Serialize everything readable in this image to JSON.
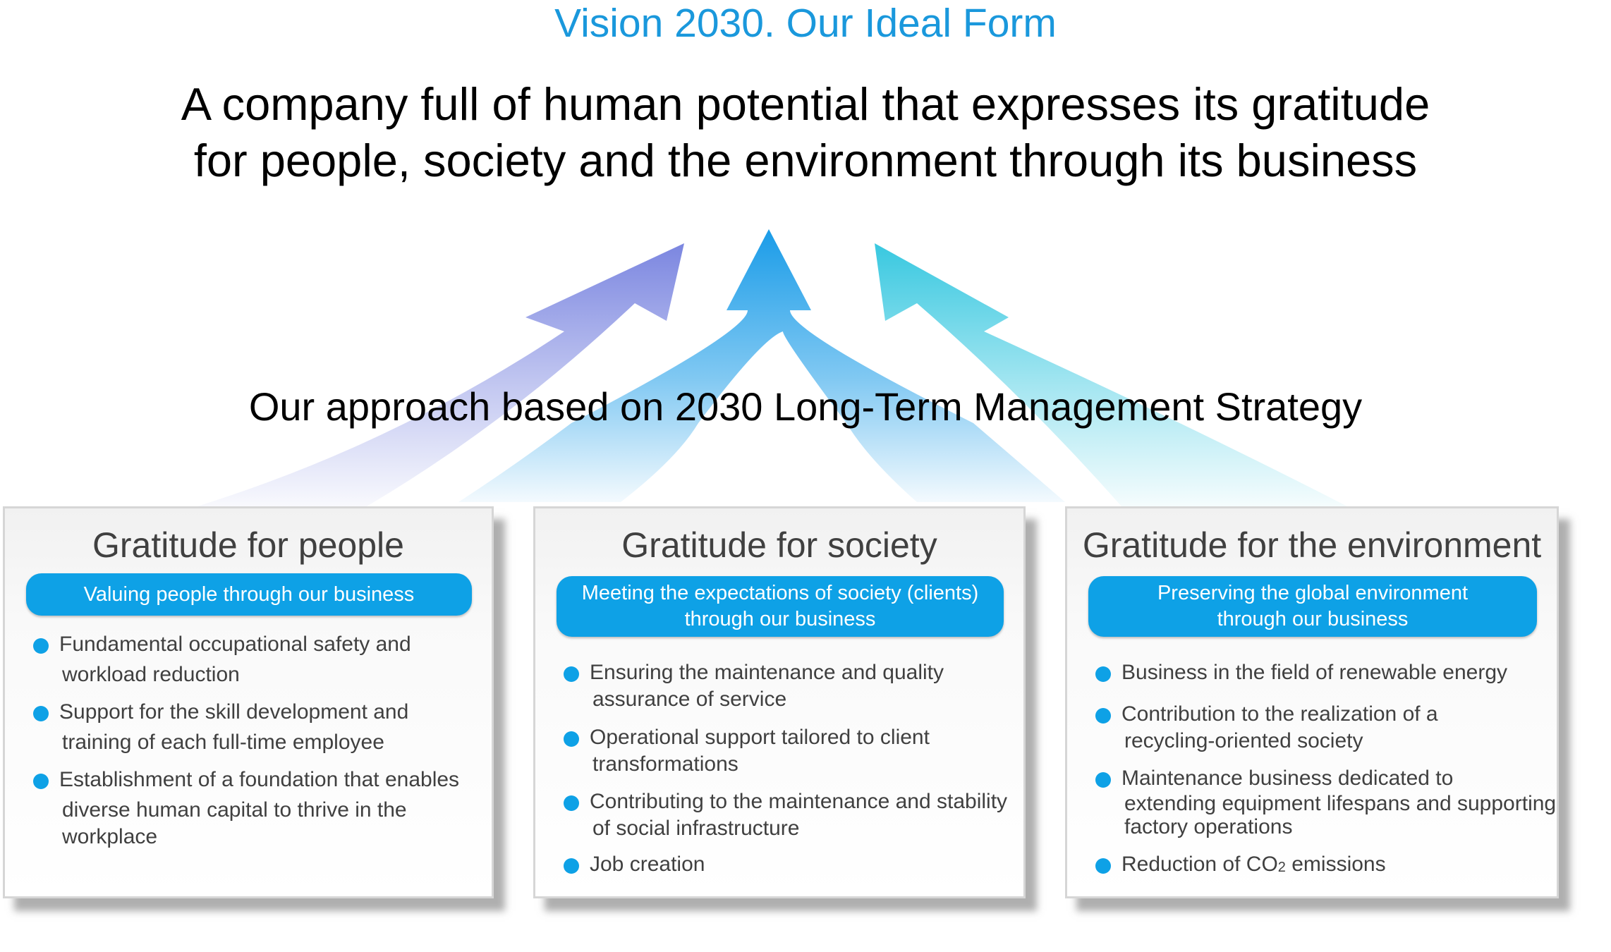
{
  "vision": {
    "title": "Vision 2030. Our Ideal Form",
    "statement_line1": "A company full of human potential that expresses its gratitude",
    "statement_line2": "for people, society and the environment through its business"
  },
  "approach_title": "Our approach based on 2030 Long-Term Management Strategy",
  "colors": {
    "accent": "#0ea1e6",
    "vision_title": "#1a98dc",
    "arrow_left": "#7b86e0",
    "arrow_center": "#1a9ce8",
    "arrow_right": "#38c8e0",
    "card_text": "#404040"
  },
  "cards": [
    {
      "title": "Gratitude for people",
      "subtitle": [
        "Valuing people through our business"
      ],
      "bullets": [
        [
          "Fundamental occupational safety and",
          "workload reduction"
        ],
        [
          "Support for the skill development and",
          "training of each full-time employee"
        ],
        [
          "Establishment of a foundation that enables",
          "diverse human capital to thrive in the",
          "workplace"
        ]
      ]
    },
    {
      "title": "Gratitude for society",
      "subtitle": [
        "Meeting the expectations of society (clients)",
        "through our business"
      ],
      "bullets": [
        [
          "Ensuring the maintenance and quality",
          "assurance of service"
        ],
        [
          "Operational support tailored to client",
          "transformations"
        ],
        [
          "Contributing to the maintenance and stability",
          "of social infrastructure"
        ],
        [
          "Job creation"
        ]
      ]
    },
    {
      "title": "Gratitude for the environment",
      "subtitle": [
        "Preserving the global environment",
        "through our business"
      ],
      "bullets": [
        [
          "Business in the field of renewable energy"
        ],
        [
          "Contribution to the realization of a",
          "recycling-oriented society"
        ],
        [
          "Maintenance business dedicated to",
          "extending equipment lifespans and supporting",
          "factory operations"
        ],
        [
          "Reduction of CO",
          "2",
          " emissions"
        ]
      ]
    }
  ]
}
